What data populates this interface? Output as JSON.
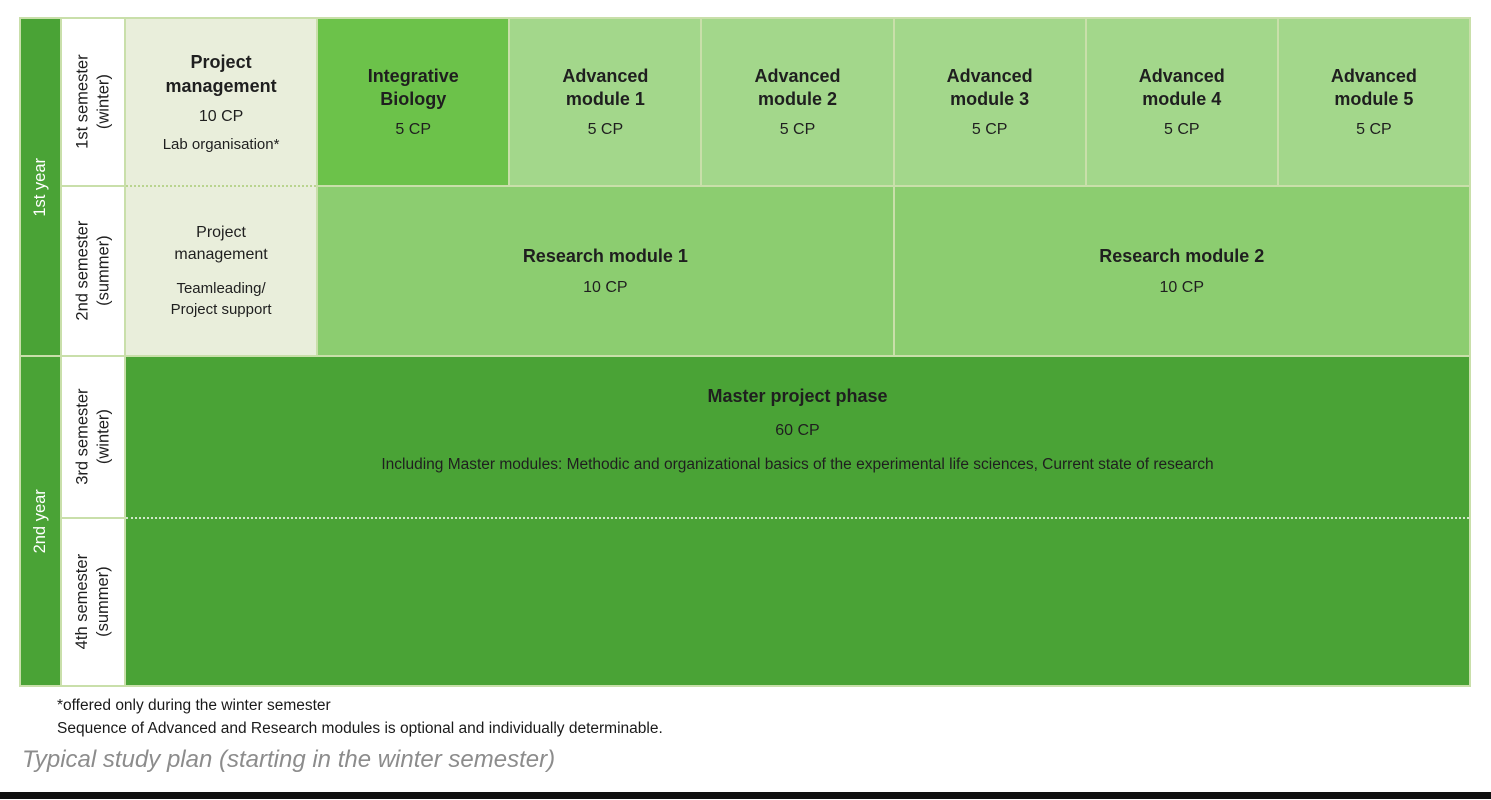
{
  "table": {
    "years": [
      {
        "label": "1st year"
      },
      {
        "label": "2nd year"
      }
    ],
    "semesters": [
      {
        "name": "1st semester",
        "season": "(winter)"
      },
      {
        "name": "2nd semester",
        "season": "(summer)"
      },
      {
        "name": "3rd semester",
        "season": "(winter)"
      },
      {
        "name": "4th semester",
        "season": "(summer)"
      }
    ],
    "project_management": {
      "winter": {
        "title": "Project management",
        "cp": "10 CP",
        "detail": "Lab organisation*"
      },
      "summer": {
        "title": "Project management",
        "detail": "Teamleading/ Project support"
      }
    },
    "integrative_biology": {
      "title": "Integrative Biology",
      "cp": "5 CP"
    },
    "advanced_modules": [
      {
        "title": "Advanced module 1",
        "cp": "5 CP"
      },
      {
        "title": "Advanced module 2",
        "cp": "5 CP"
      },
      {
        "title": "Advanced module 3",
        "cp": "5 CP"
      },
      {
        "title": "Advanced module 4",
        "cp": "5 CP"
      },
      {
        "title": "Advanced module 5",
        "cp": "5 CP"
      }
    ],
    "research_modules": [
      {
        "title": "Research module 1",
        "cp": "10 CP"
      },
      {
        "title": "Research module 2",
        "cp": "10 CP"
      }
    ],
    "master_project": {
      "title": "Master project phase",
      "cp": "60 CP",
      "detail": "Including Master modules: Methodic and organizational basics of the experimental life sciences, Current state of research"
    }
  },
  "footnotes": [
    "*offered only during the winter semester",
    "Sequence of Advanced and Research modules is optional and individually determinable."
  ],
  "caption": "Typical study plan (starting in the winter semester)",
  "colors": {
    "year_column": "#4aa336",
    "integrative": "#6cc24a",
    "advanced": "#a3d78b",
    "research": "#8ccd70",
    "project": "#e9eedb",
    "master": "#4aa336",
    "border": "#c9dfaa",
    "caption_text": "#8c8c8c"
  }
}
